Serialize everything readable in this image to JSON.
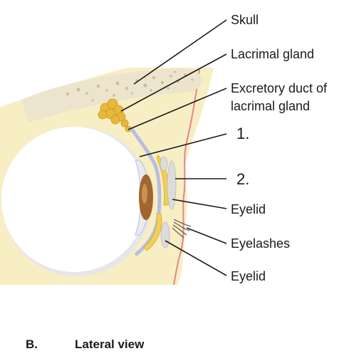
{
  "labels": {
    "skull": "Skull",
    "lacrimal_gland": "Lacrimal gland",
    "excretory_duct_line1": "Excretory duct of",
    "excretory_duct_line2": "lacrimal gland",
    "marker_1": "1.",
    "marker_2": "2.",
    "eyelid_upper": "Eyelid",
    "eyelashes": "Eyelashes",
    "eyelid_lower": "Eyelid"
  },
  "caption": {
    "panel": "B.",
    "view": "Lateral view"
  },
  "colors": {
    "background": "#ffffff",
    "orbit_tissue": "#f7eec4",
    "bone": "#ece4cc",
    "bone_pores": "#c9bd9c",
    "gland": "#e8b83a",
    "eyeball": "#ffffff",
    "eyeball_shadow": "#e6e6ea",
    "conjunctiva": "#b9bde0",
    "cornea": "#e9e9ef",
    "iris": "#a0662e",
    "tarsal_plate": "#f2cf57",
    "skin_line": "#e4868a",
    "eyelash": "#555555"
  }
}
